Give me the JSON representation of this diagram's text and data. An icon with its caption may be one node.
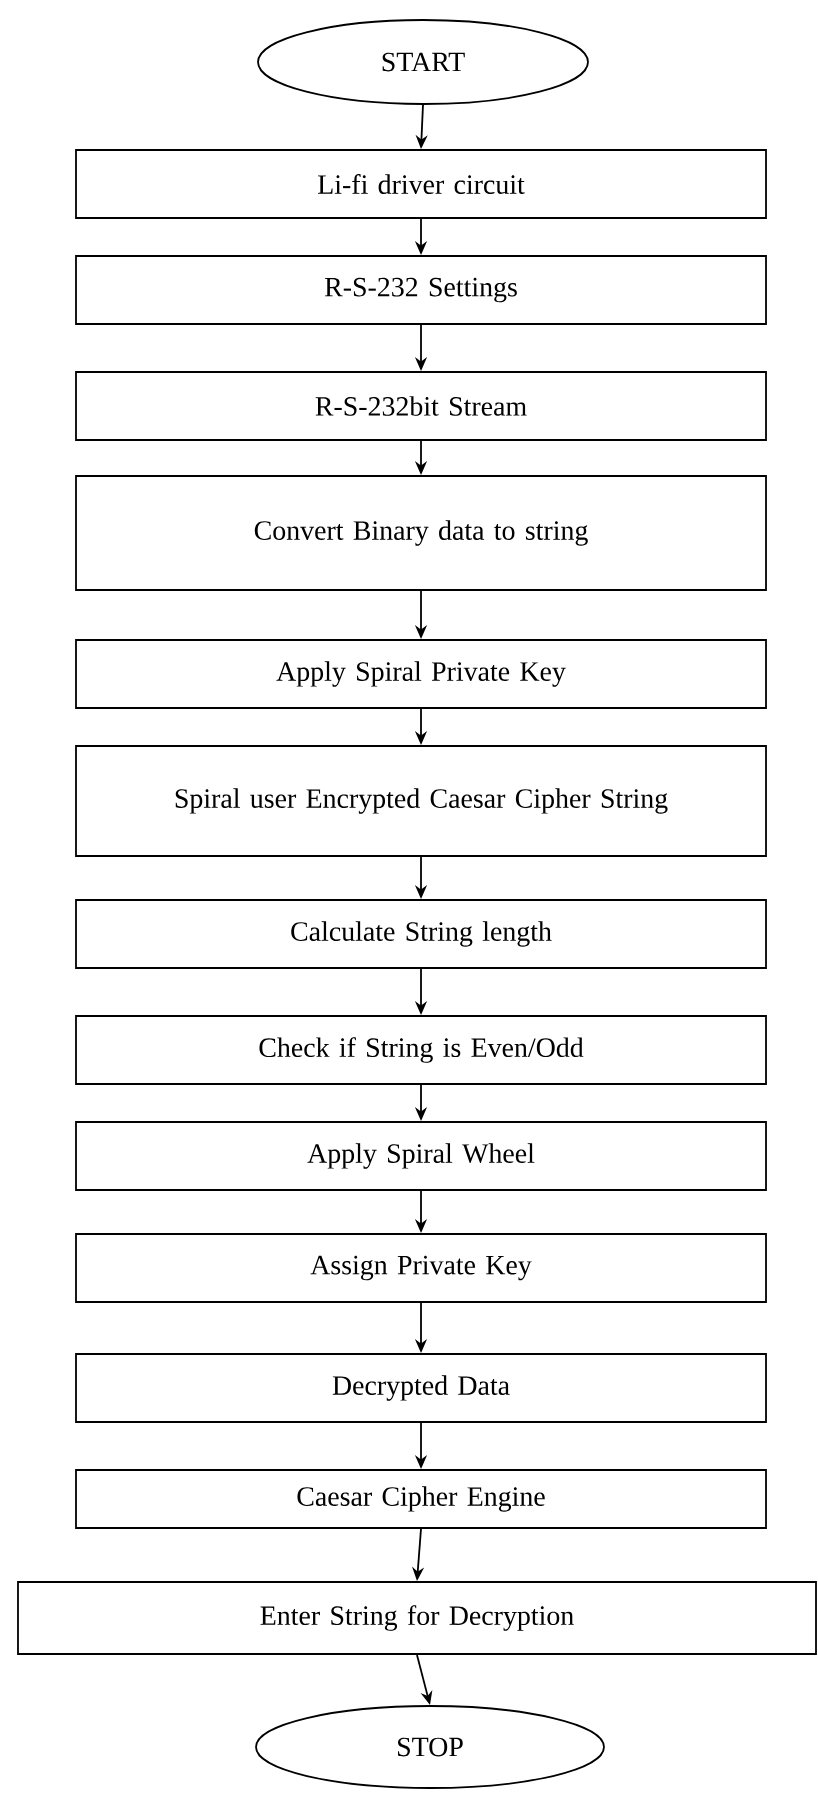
{
  "diagram": {
    "nodes": [
      {
        "text": [
          "START"
        ]
      },
      {
        "text": [
          "Li-fi driver circuit"
        ]
      },
      {
        "text": [
          "R-S-232 Settings"
        ]
      },
      {
        "text": [
          "R-S-232bit Stream"
        ]
      },
      {
        "text": [
          "Convert Binary data to string"
        ]
      },
      {
        "text": [
          "Apply Spiral Private Key"
        ]
      },
      {
        "text": [
          "Spiral user Encrypted Caesar Cipher String"
        ]
      },
      {
        "text": [
          "Calculate String length"
        ]
      },
      {
        "text": [
          "Check if String is Even/Odd"
        ]
      },
      {
        "text": [
          "Apply Spiral Wheel"
        ]
      },
      {
        "text": [
          "Assign Private Key"
        ]
      },
      {
        "text": [
          "Decrypted Data"
        ]
      },
      {
        "text": [
          "Caesar Cipher Engine"
        ]
      },
      {
        "text": [
          "Enter String for Decryption"
        ]
      },
      {
        "text": [
          "STOP"
        ]
      }
    ],
    "edges": [
      {
        "from": 0,
        "to": 1,
        "arrow": "to"
      },
      {
        "from": 1,
        "to": 2,
        "arrow": "to"
      },
      {
        "from": 2,
        "to": 3,
        "arrow": "to"
      },
      {
        "from": 3,
        "to": 4,
        "arrow": "to"
      },
      {
        "from": 4,
        "to": 5,
        "arrow": "to"
      },
      {
        "from": 5,
        "to": 6,
        "arrow": "to"
      },
      {
        "from": 6,
        "to": 7,
        "arrow": "to"
      },
      {
        "from": 7,
        "to": 8,
        "arrow": "to"
      },
      {
        "from": 8,
        "to": 9,
        "arrow": "to"
      },
      {
        "from": 9,
        "to": 10,
        "arrow": "to"
      },
      {
        "from": 10,
        "to": 11,
        "arrow": "to"
      },
      {
        "from": 11,
        "to": 12,
        "arrow": "to"
      },
      {
        "from": 12,
        "to": 13,
        "arrow": "to"
      },
      {
        "from": 13,
        "to": 14,
        "arrow": "to"
      }
    ]
  }
}
